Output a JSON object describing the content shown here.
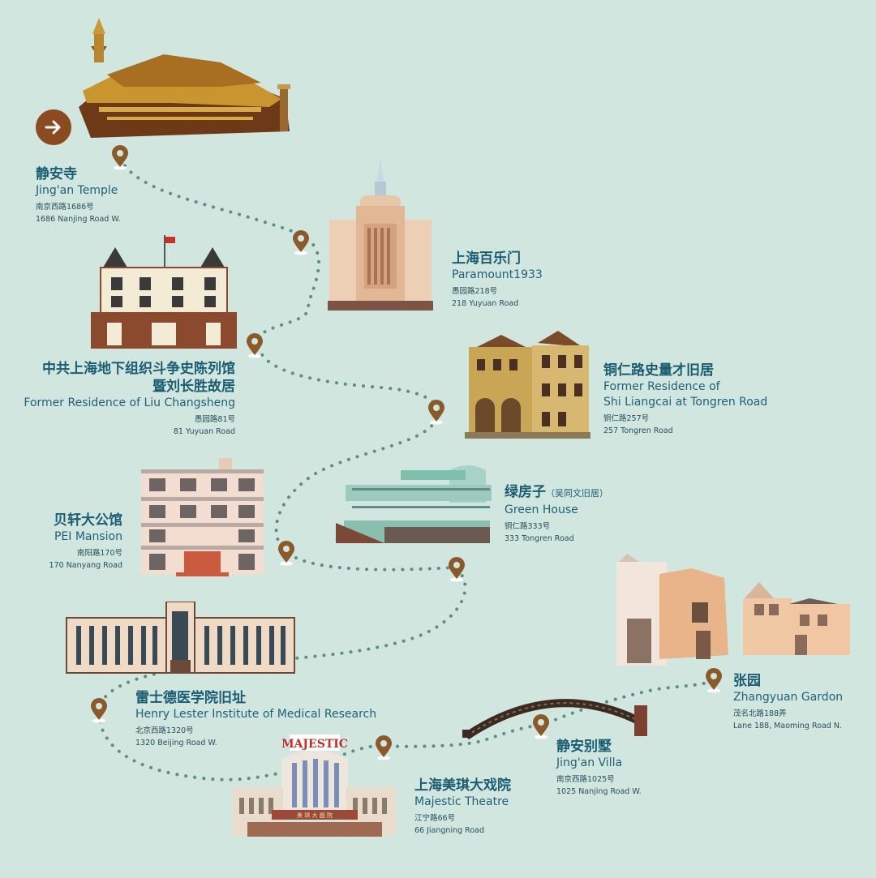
{
  "colors": {
    "background": "#d2e6e0",
    "route": "#5a8f85",
    "pin": "#8b5a2b",
    "text": "#1a5c72",
    "arrow": "#8b4a1f"
  },
  "nav": {
    "icon": "arrow-right-icon"
  },
  "locations": [
    {
      "id": "jingan-temple",
      "zh": "静安寺",
      "en": "Jing'an Temple",
      "addr_zh": "南京西路1686号",
      "addr_en": "1686 Nanjing Road W."
    },
    {
      "id": "paramount",
      "zh": "上海百乐门",
      "en": "Paramount1933",
      "addr_zh": "愚园路218号",
      "addr_en": "218 Yuyuan Road"
    },
    {
      "id": "liu-changsheng",
      "zh": "中共上海地下组织斗争史陈列馆",
      "zh2": "暨刘长胜故居",
      "en": "Former Residence of Liu Changsheng",
      "addr_zh": "愚园路81号",
      "addr_en": "81 Yuyuan Road"
    },
    {
      "id": "shi-liangcai",
      "zh": "铜仁路史量才旧居",
      "en": "Former Residence of",
      "en2": "Shi Liangcai at Tongren Road",
      "addr_zh": "铜仁路257号",
      "addr_en": "257 Tongren Road"
    },
    {
      "id": "green-house",
      "zh": "绿房子",
      "zh_note": "（吴同文旧居）",
      "en": "Green House",
      "addr_zh": "铜仁路333号",
      "addr_en": "333 Tongren Road"
    },
    {
      "id": "pei-mansion",
      "zh": "贝轩大公馆",
      "en": "PEI Mansion",
      "addr_zh": "南阳路170号",
      "addr_en": "170 Nanyang Road"
    },
    {
      "id": "henry-lester",
      "zh": "雷士德医学院旧址",
      "en": "Henry Lester Institute of Medical Research",
      "addr_zh": "北京西路1320号",
      "addr_en": "1320 Beijing Road W."
    },
    {
      "id": "majestic",
      "zh": "上海美琪大戏院",
      "en": "Majestic Theatre",
      "addr_zh": "江宁路66号",
      "addr_en": "66 Jiangning Road",
      "sign": "MAJESTIC",
      "sign_zh": "美 琪 大 戲 院"
    },
    {
      "id": "jingan-villa",
      "zh": "静安别墅",
      "en": "Jing'an Villa",
      "addr_zh": "南京西路1025号",
      "addr_en": "1025 Nanjing Road W."
    },
    {
      "id": "zhangyuan",
      "zh": "张园",
      "en": "Zhangyuan Gardon",
      "addr_zh": "茂名北路188弄",
      "addr_en": "Lane 188, Maoming Road N."
    }
  ]
}
